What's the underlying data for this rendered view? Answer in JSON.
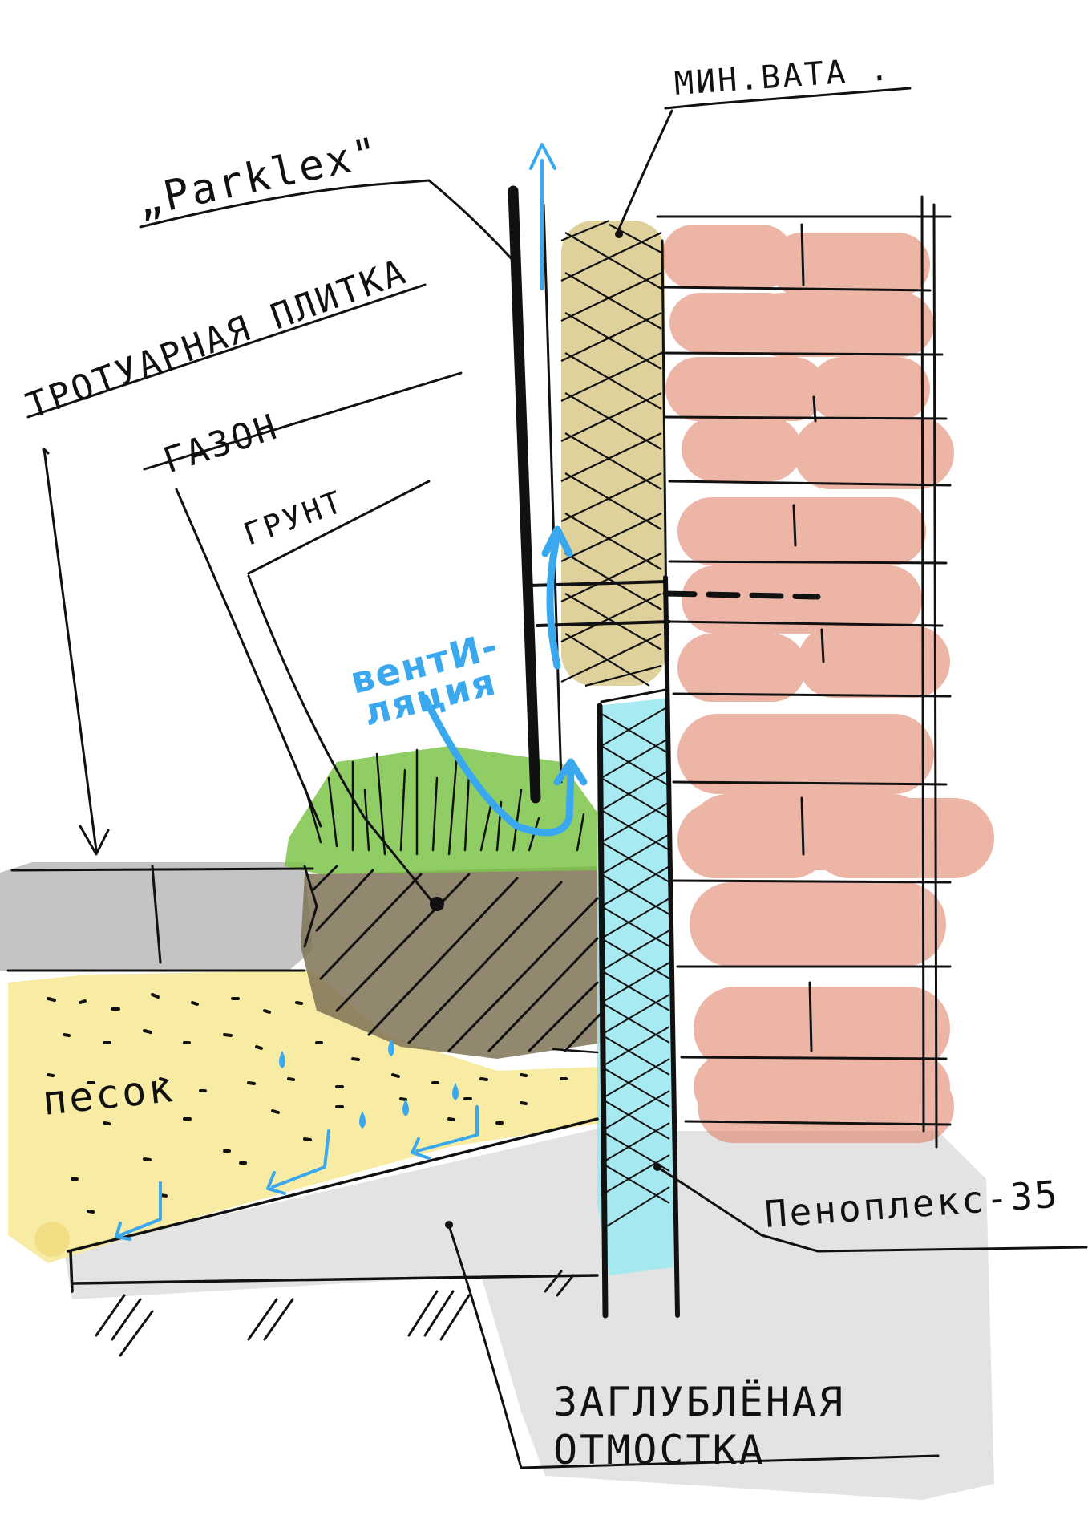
{
  "labels": {
    "parklex": "„Parklex\"",
    "min_vata": "МИН.ВАТА .",
    "paving": "ТРОТУАРНАЯ ПЛИТКА",
    "lawn": "ГАЗОН",
    "soil": "ГРУНТ",
    "ventilation_1": "вентИ-",
    "ventilation_2": "ляция",
    "sand": "песок",
    "penoplex": "Пеноплекс-35",
    "sunken_1": "ЗАГЛУБЛЁНАЯ",
    "sunken_2": "ОТМОСТКА"
  },
  "colors": {
    "brick": "#e07a5f",
    "brick_alpha": "0.55",
    "wool": "#d9c98a",
    "foam": "#9ee8ef",
    "sand": "#f8ea9e",
    "grass": "#7dc54a",
    "soil": "#7f7356",
    "paving": "#c2c2c2",
    "concrete": "#e3e3e3",
    "ventilation": "#3aa8ef",
    "ink": "#111111"
  }
}
